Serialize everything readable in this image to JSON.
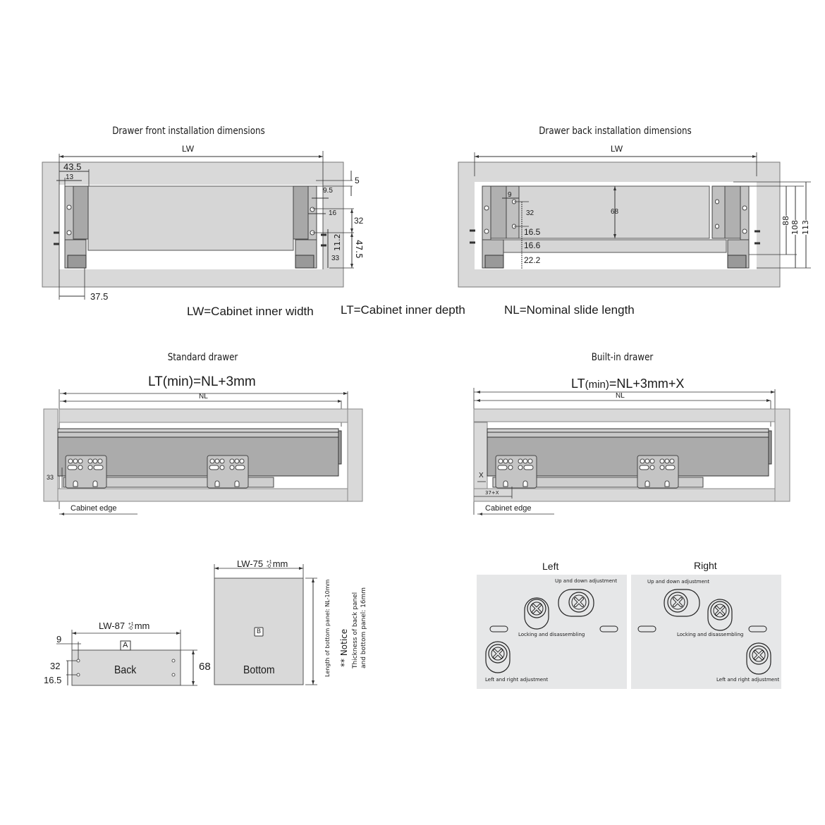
{
  "front": {
    "title": "Drawer front installation dimensions",
    "lw": "LW",
    "dims": {
      "d43_5": "43.5",
      "d13": "13",
      "d5": "5",
      "d9_5": "9.5",
      "d16": "16",
      "d32": "32",
      "d11_2": "11.2",
      "d47_5": "47.5",
      "d33": "33",
      "d37_5": "37.5"
    }
  },
  "back": {
    "title": "Drawer back installation dimensions",
    "lw": "LW",
    "dims": {
      "d9": "9",
      "d32": "32",
      "d68": "68",
      "d16_5": "16.5",
      "d16_6": "16.6",
      "d22_2": "22.2",
      "d88": "88",
      "d108": "108",
      "d113": "113"
    }
  },
  "legend": {
    "lw": "LW=Cabinet inner width",
    "lt": "LT=Cabinet inner depth",
    "nl": "NL=Nominal slide length"
  },
  "standard": {
    "title": "Standard drawer",
    "formula": "LT(min)=NL+3mm",
    "nl": "NL",
    "d33": "33",
    "edge": "Cabinet edge"
  },
  "builtin": {
    "title": "Built-in drawer",
    "formula_a": "LT",
    "formula_b": "(min)",
    "formula_c": "=NL+3mm+X",
    "nl": "NL",
    "x": "X",
    "d37x": "37+X",
    "edge": "Cabinet edge"
  },
  "back_panel": {
    "width": "LW-87",
    "tol_top": "+1",
    "tol_bot": "-0",
    "unit": "mm",
    "tag": "A",
    "name": "Back",
    "d9": "9",
    "d32": "32",
    "d16_5": "16.5",
    "d68": "68"
  },
  "bottom_panel": {
    "width": "LW-75",
    "tol_top": "+1",
    "tol_bot": "-0",
    "unit": "mm",
    "tag": "B",
    "name": "Bottom",
    "length": "Length of bottom panel: NL-10mm",
    "notice": "** Notice",
    "thick1": "Thickness of back panel",
    "thick2": "and bottom panel: 16mm"
  },
  "adjust_left": {
    "title": "Left",
    "updown": "Up and down adjustment",
    "lock": "Locking  and disassembling",
    "leftright": "Left and right adjustment"
  },
  "adjust_right": {
    "title": "Right",
    "updown": "Up and down adjustment",
    "lock": "Locking  and disassembling",
    "leftright": "Left and right adjustment"
  },
  "colors": {
    "panel": "#d9d9d9",
    "panel_dark": "#b8b8b8",
    "drawer": "#a9a9a9",
    "line": "#333333",
    "bg_adjust": "#e6e7e8"
  }
}
